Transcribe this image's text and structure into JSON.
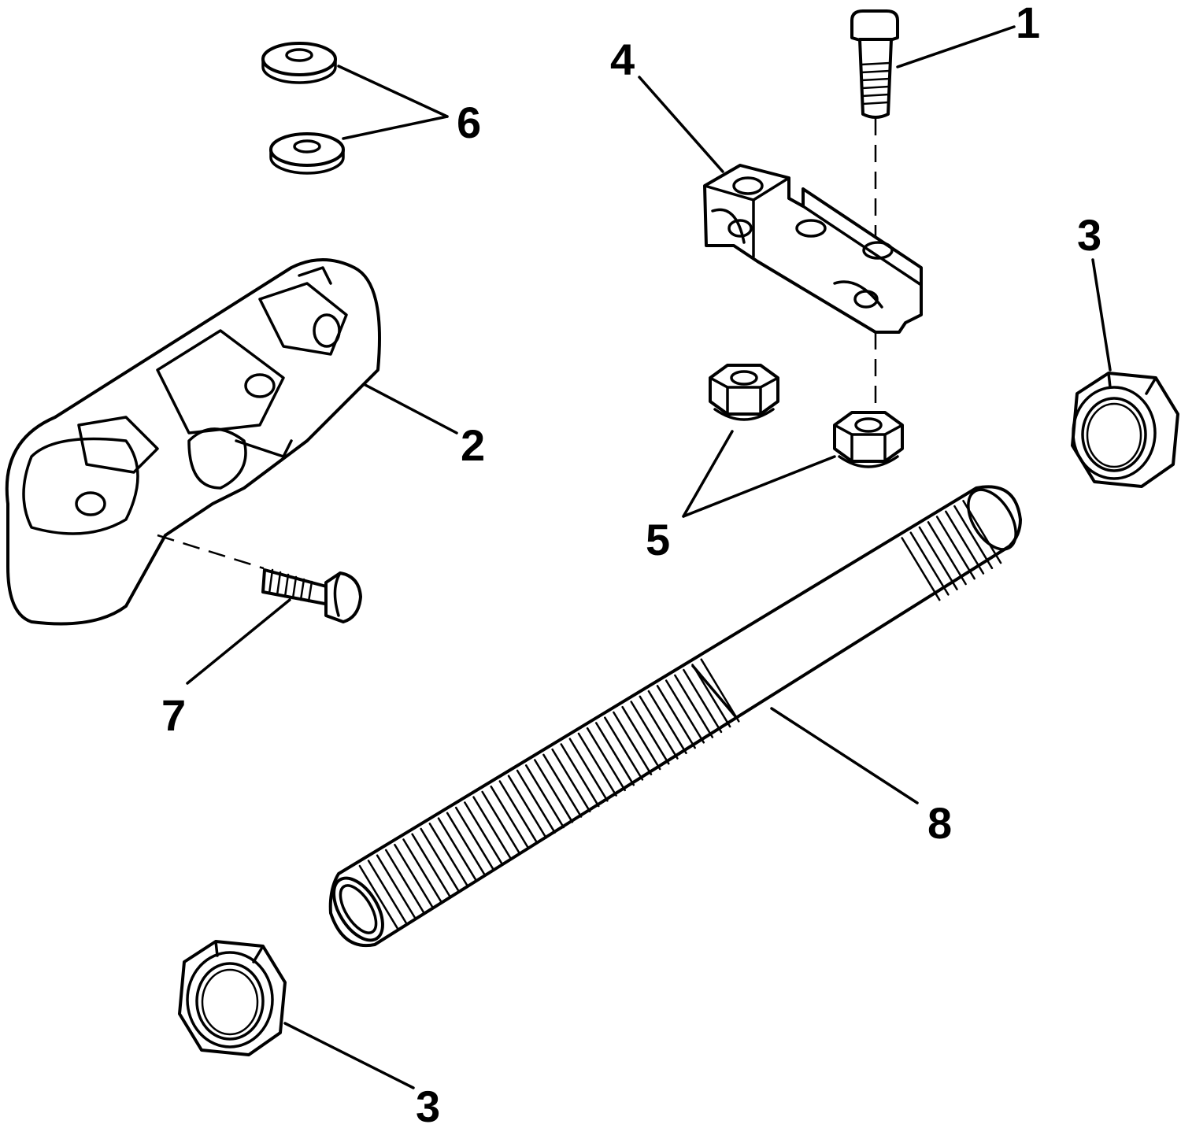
{
  "diagram": {
    "callouts": {
      "c1": "1",
      "c2": "2",
      "c3a": "3",
      "c3b": "3",
      "c4": "4",
      "c5": "5",
      "c6": "6",
      "c7": "7",
      "c8": "8"
    }
  },
  "colors": {
    "ink": "#000000",
    "paper": "#ffffff"
  }
}
